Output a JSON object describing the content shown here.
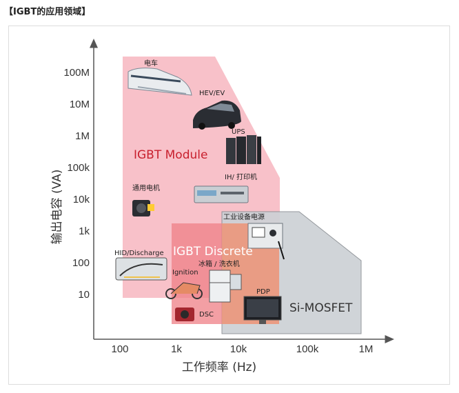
{
  "heading": "【IGBT的应用领域】",
  "axes": {
    "y_title": "输出电容 (VA)",
    "x_title": "工作频率 (Hz)",
    "y_ticks": [
      "100M",
      "10M",
      "1M",
      "100k",
      "10k",
      "1k",
      "100",
      "10"
    ],
    "x_ticks": [
      "100",
      "1k",
      "10k",
      "100k",
      "1M"
    ]
  },
  "regions": {
    "module": {
      "label": "IGBT Module",
      "color": "#c8202e",
      "fill": "#f7b6c0"
    },
    "discrete": {
      "label": "IGBT Discrete",
      "color": "#ffffff",
      "fill": "#ef7f86"
    },
    "mosfet": {
      "label": "Si-MOSFET",
      "color": "#333333",
      "fill": "#cdd1d5"
    }
  },
  "applications": {
    "train": "电车",
    "hev": "HEV/EV",
    "ups": "UPS",
    "ih": "IH/ 打印机",
    "motor": "通用电机",
    "industrial_power": "工业设备电源",
    "hid": "HID/Discharge",
    "ignition": "Ignition",
    "fridge": "冰箱 / 洗衣机",
    "pdp": "PDP",
    "dsc": "DSC"
  }
}
